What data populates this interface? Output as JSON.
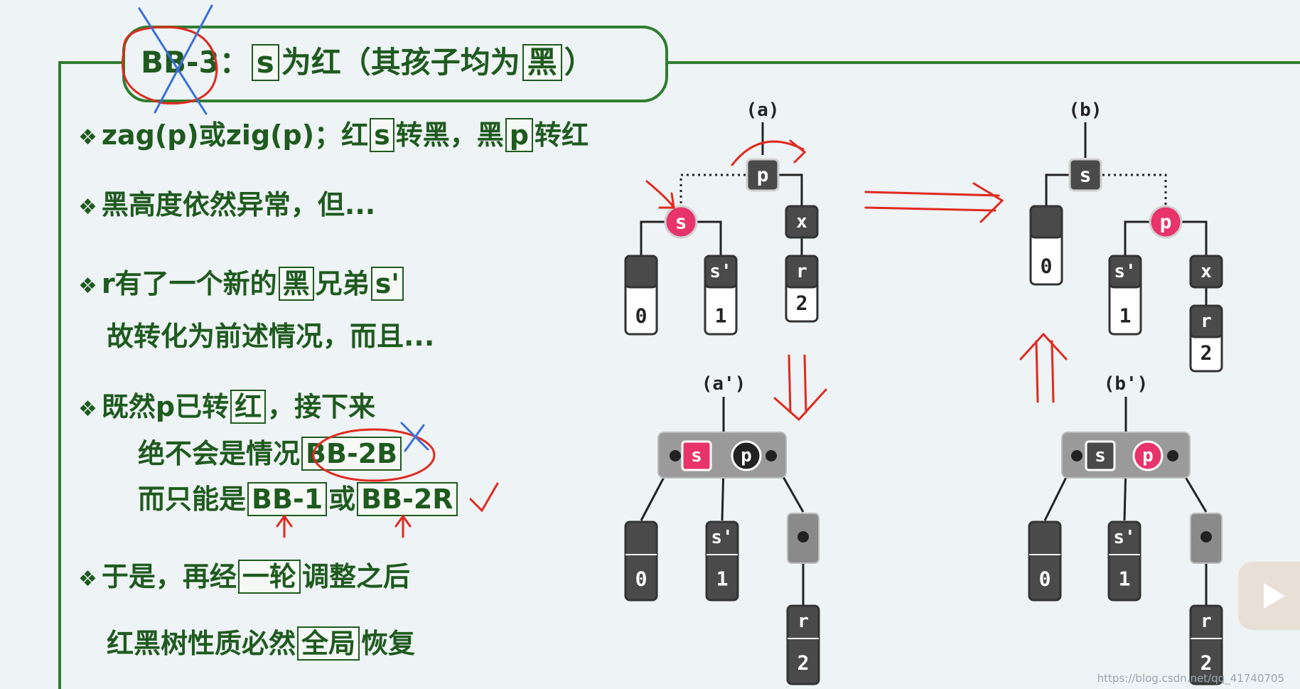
{
  "slide": {
    "title": {
      "label": "BB-3",
      "colon": "：",
      "s_box": "s",
      "mid": "为红（其孩子均为",
      "black_box": "黑",
      "end": "）"
    },
    "bullet_symbol": "❖",
    "lines": [
      {
        "parts": [
          "zag(p)或zig(p)；红",
          "s",
          "转黑，黑",
          "p",
          "转红"
        ]
      },
      {
        "parts": [
          "黑高度依然异常，但..."
        ]
      },
      {
        "parts": [
          "r有了一个新的",
          "黑",
          "兄弟",
          "s'"
        ]
      },
      {
        "parts": [
          "故转化为前述情况，而且..."
        ]
      },
      {
        "parts": [
          "既然p已转",
          "红",
          "，接下来"
        ]
      },
      {
        "parts": [
          "绝不会是情况",
          "BB-2B"
        ]
      },
      {
        "parts": [
          "而只能是",
          "BB-1",
          "或",
          "BB-2R"
        ]
      },
      {
        "parts": [
          "于是，再经",
          "一轮",
          "调整之后"
        ]
      },
      {
        "parts": [
          "红黑树性质必然",
          "全局",
          "恢复"
        ]
      }
    ]
  },
  "diagram": {
    "labels": {
      "a": "(a)",
      "b": "(b)",
      "a_prime": "(a')",
      "b_prime": "(b')"
    },
    "nodes": {
      "p": "p",
      "s": "s",
      "x": "x",
      "r": "r",
      "s_prime": "s'",
      "zero": "0",
      "one": "1",
      "two": "2"
    },
    "colors": {
      "black_node": "#4a4a4a",
      "red_node": "#e8336b",
      "super_node": "#9a9a9a",
      "annotation": "#e02a1f",
      "text_green": "#1f5a1f"
    }
  },
  "watermark": "https://blog.csdn.net/qq_41740705"
}
